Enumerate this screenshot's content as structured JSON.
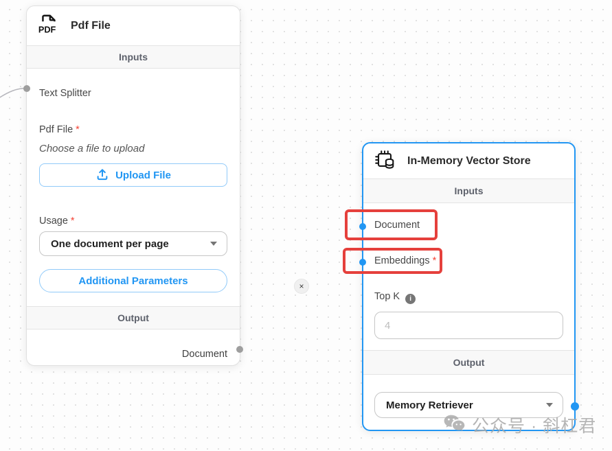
{
  "colors": {
    "accent": "#2196f3",
    "accent-light": "#90caf9",
    "annotation-red": "#e5403c",
    "required-red": "#f44336",
    "edge-gray": "#b6b6bc",
    "port-gray": "#9e9e9e"
  },
  "pdf_node": {
    "title": "Pdf File",
    "inputs_header": "Inputs",
    "text_splitter_label": "Text Splitter",
    "pdf_file_label": "Pdf File",
    "pdf_file_required": "*",
    "file_hint": "Choose a file to upload",
    "upload_button_label": "Upload File",
    "usage_label": "Usage",
    "usage_required": "*",
    "usage_value": "One document per page",
    "additional_parameters_label": "Additional Parameters",
    "output_header": "Output",
    "document_output_label": "Document"
  },
  "vector_node": {
    "title": "In-Memory Vector Store",
    "inputs_header": "Inputs",
    "document_input_label": "Document",
    "embeddings_label": "Embeddings",
    "embeddings_required": "*",
    "top_k_label": "Top K",
    "top_k_placeholder": "4",
    "output_header": "Output",
    "output_value": "Memory Retriever"
  },
  "edge": {
    "delete_glyph": "×"
  },
  "watermark": {
    "text": "公众号 · 斜杠君"
  }
}
